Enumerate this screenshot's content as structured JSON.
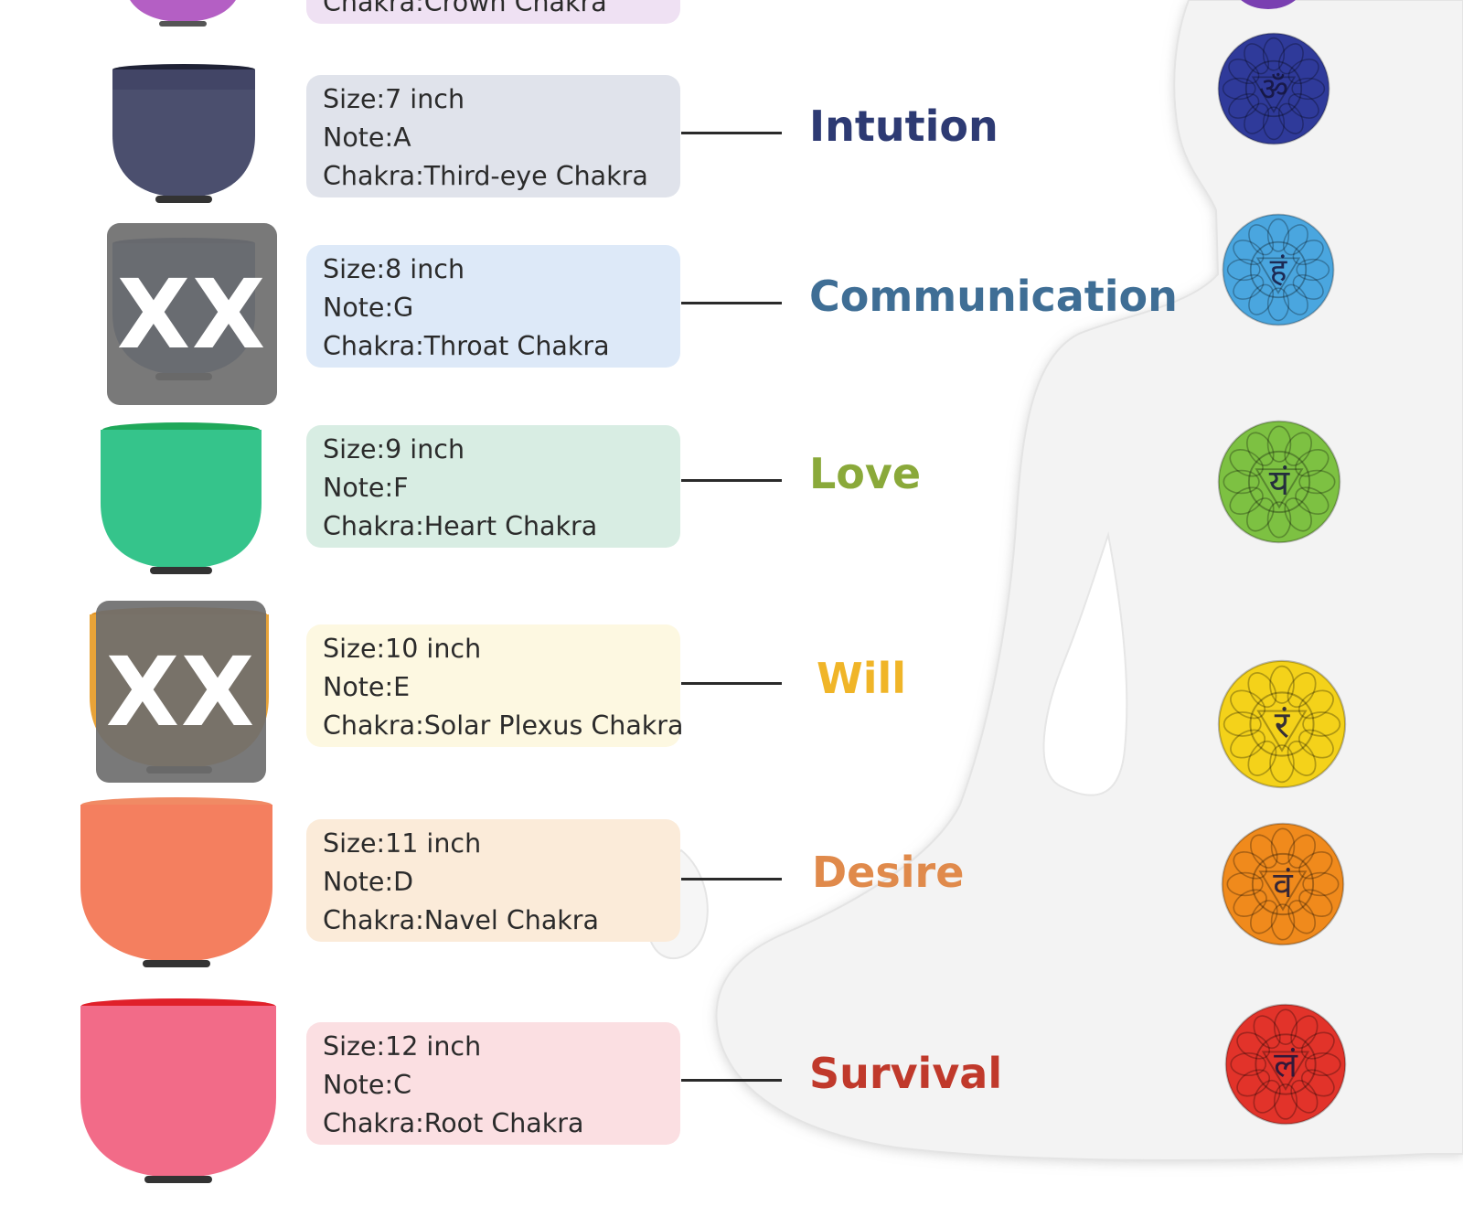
{
  "rows": [
    {
      "id": "crown",
      "size": "",
      "note": "",
      "chakra": "Chakra:Crown Chakra",
      "quality": "",
      "card_color": "#efe1f3",
      "bowl_color": "#b45fc4",
      "quality_color": "#6a2c8a"
    },
    {
      "id": "third-eye",
      "size": "Size:7 inch",
      "note": "Note:A",
      "chakra": "Chakra:Third-eye Chakra",
      "quality": "Intution",
      "card_color": "#e0e3eb",
      "bowl_color": "#4b4f6e",
      "quality_color": "#2d3a73",
      "symbol_color": "#2f3a9a",
      "symbol_glyph": "ॐ"
    },
    {
      "id": "throat",
      "size": "Size:8 inch",
      "note": "Note:G",
      "chakra": "Chakra:Throat Chakra",
      "quality": "Communication",
      "card_color": "#dde9f8",
      "bowl_color": "#3a5a98",
      "quality_color": "#3f6e95",
      "symbol_color": "#4aa6df",
      "symbol_glyph": "हं",
      "masked": true,
      "mask_text": "XX"
    },
    {
      "id": "heart",
      "size": "Size:9 inch",
      "note": "Note:F",
      "chakra": "Chakra:Heart Chakra",
      "quality": "Love",
      "card_color": "#d8ede3",
      "bowl_color": "#35c48b",
      "quality_color": "#8aa93a",
      "symbol_color": "#7dc142",
      "symbol_glyph": "यं"
    },
    {
      "id": "solar-plexus",
      "size": "Size:10 inch",
      "note": "Note:E",
      "chakra": "Chakra:Solar Plexus Chakra",
      "quality": "Will",
      "card_color": "#fdf8e1",
      "bowl_color": "#e8a338",
      "quality_color": "#f0b528",
      "symbol_color": "#f4d21a",
      "symbol_glyph": "रं",
      "masked": true,
      "mask_text": "XX"
    },
    {
      "id": "navel",
      "size": "Size:11 inch",
      "note": "Note:D",
      "chakra": "Chakra:Navel Chakra",
      "quality": "Desire",
      "card_color": "#fbebd9",
      "bowl_color": "#f47f5f",
      "quality_color": "#e08a4b",
      "symbol_color": "#f08a1c",
      "symbol_glyph": "वं"
    },
    {
      "id": "root",
      "size": "Size:12 inch",
      "note": "Note:C",
      "chakra": "Chakra:Root Chakra",
      "quality": "Survival",
      "card_color": "#fbdfe2",
      "bowl_color": "#f26b88",
      "quality_color": "#c0392b",
      "symbol_color": "#e2332a",
      "symbol_glyph": "लं"
    }
  ],
  "crown_symbol_color": "#7a3fb1"
}
